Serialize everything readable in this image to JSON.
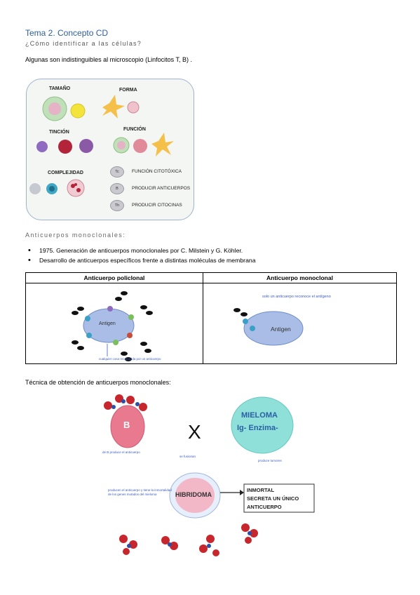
{
  "header": {
    "title": "Tema 2. Concepto CD",
    "subtitle": "¿Cómo identificar a las células?"
  },
  "intro_text": "Algunas son indistinguibles al microscopio (Linfocitos T, B) .",
  "cell_figure": {
    "labels": [
      "TAMAÑO",
      "FORMA",
      "TINCIÓN",
      "FUNCIÓN",
      "COMPLEJIDAD"
    ],
    "legend": [
      {
        "code": "Tc",
        "text": "FUNCIÓN CITOTÓXICA"
      },
      {
        "code": "B",
        "text": "PRODUCIR ANTICUERPOS"
      },
      {
        "code": "Th",
        "text": "PRODUCIR CITOCINAS"
      }
    ]
  },
  "section_title": "Anticuerpos monoclonales:",
  "bullets": [
    "1975. Generación de anticuerpos monoclonales por C. Milstein y G. Köhler.",
    "Desarrollo de anticuerpos específicos frente a distintas moléculas de membrana"
  ],
  "table": {
    "headers": [
      "Anticuerpo policlonal",
      "Anticuerpo monoclonal"
    ],
    "poly_antigen": "Antigen",
    "poly_note": "cualquier cosa reconocida por un anticuerpo",
    "mono_antigen": "Antigen",
    "mono_note": "solo un anticuerpo reconoce el antígeno"
  },
  "technique_title": "Técnica de obtención de anticuerpos monoclonales:",
  "hybridoma_figure": {
    "b_cell": "B",
    "cross": "X",
    "myeloma_line1": "MIELOMA",
    "myeloma_line2": "Ig- Enzima-",
    "hybridoma": "HIBRIDOMA",
    "result_line1": "INMORTAL",
    "result_line2": "SECRETA UN ÚNICO",
    "result_line3": "ANTICUERPO",
    "note_b": "de B produce el anticuerpo",
    "note_fuse": "se fusionan",
    "note_tumor": "produce tumores",
    "note_hib_1": "producen el anticuerpo y tiene la inmortalidad",
    "note_hib_2": "de los genes mutados del mieloma"
  }
}
